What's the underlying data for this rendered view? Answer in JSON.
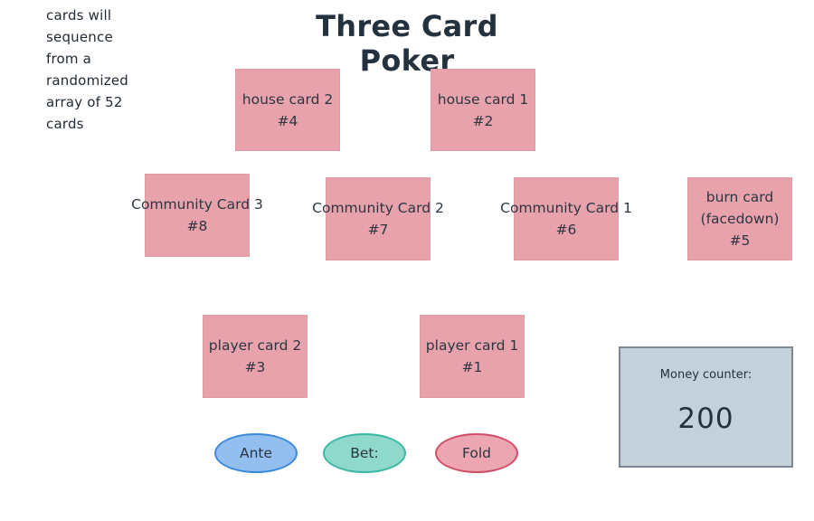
{
  "note": {
    "lines": [
      "cards will",
      "sequence",
      "from a",
      "randomized",
      "array of 52",
      "cards"
    ]
  },
  "title": "Three Card Poker",
  "cards": {
    "house_2": {
      "label": "house card 2",
      "number": "#4"
    },
    "house_1": {
      "label": "house card 1",
      "number": "#2"
    },
    "community_3": {
      "label": "Community Card 3",
      "number": "#8"
    },
    "community_2": {
      "label": "Community Card 2",
      "number": "#7"
    },
    "community_1": {
      "label": "Community Card 1",
      "number": "#6"
    },
    "burn": {
      "label": "burn card",
      "sublabel": "(facedown)",
      "number": "#5"
    },
    "player_2": {
      "label": "player card 2",
      "number": "#3"
    },
    "player_1": {
      "label": "player card 1",
      "number": "#1"
    }
  },
  "buttons": {
    "ante": "Ante",
    "bet": "Bet:",
    "fold": "Fold"
  },
  "money_counter": {
    "label": "Money counter:",
    "value": "200"
  },
  "colors": {
    "card": "#e8a2ac",
    "ante": "#93bff0",
    "bet": "#8ed8cc",
    "fold": "#eba6b1",
    "money_panel": "#c4d0da",
    "title": "#243240"
  }
}
